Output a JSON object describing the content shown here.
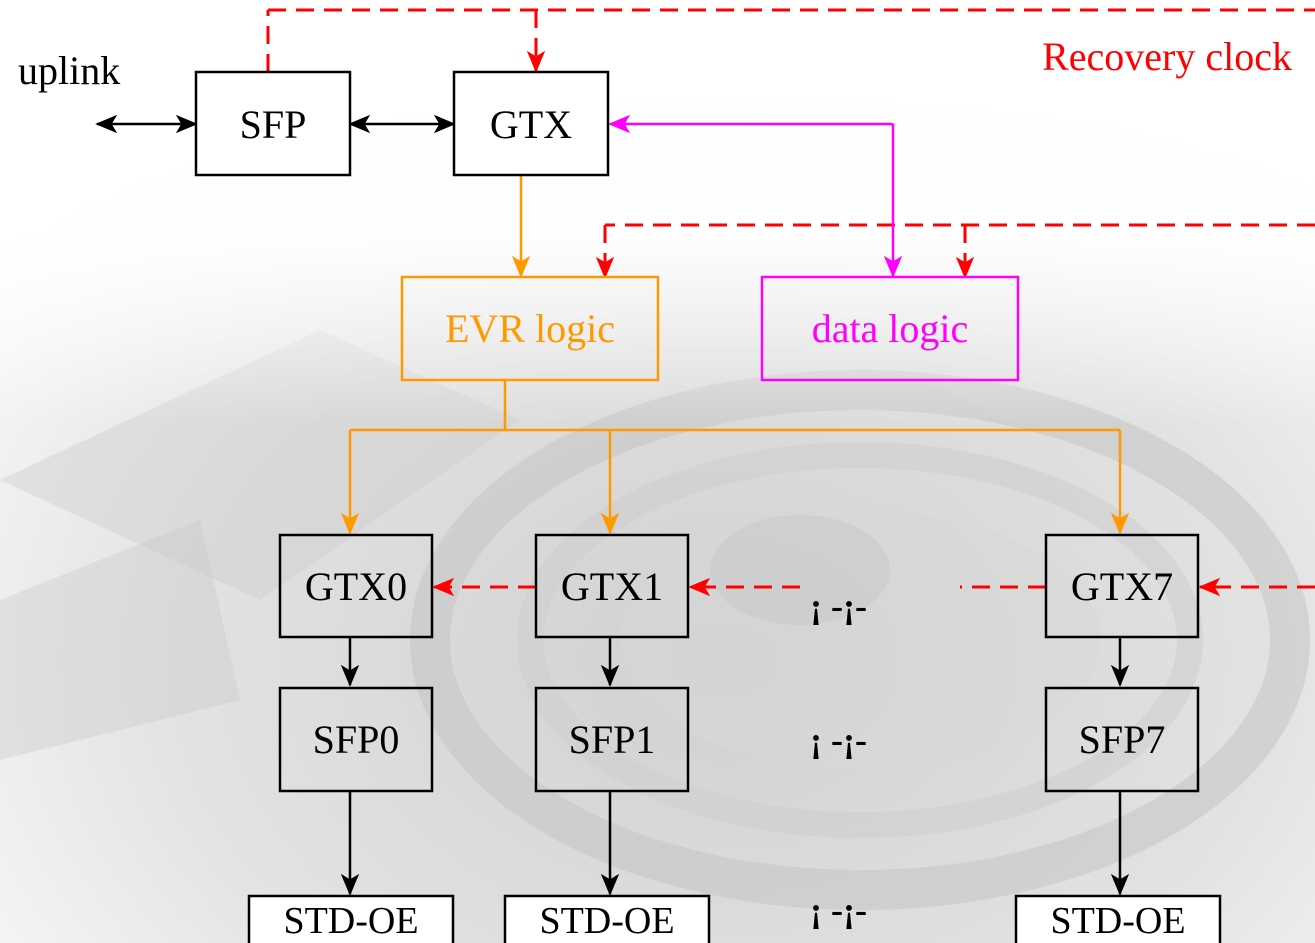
{
  "labels": {
    "uplink": "uplink",
    "sfp": "SFP",
    "gtx": "GTX",
    "recovery_clock": "Recovery clock",
    "evr_logic": "EVR logic",
    "data_logic": "data logic",
    "gtx0": "GTX0",
    "gtx1": "GTX1",
    "gtx7": "GTX7",
    "sfp0": "SFP0",
    "sfp1": "SFP1",
    "sfp7": "SFP7",
    "std_oe_0": "STD-OE",
    "std_oe_1": "STD-OE",
    "std_oe_7": "STD-OE",
    "ellipsis_gtx": "¡ -¡-",
    "ellipsis_sfp": "¡ -¡-",
    "ellipsis_oe": "¡ -¡-"
  },
  "colors": {
    "black": "#000000",
    "recovery_clock": "#ff0000",
    "evr": "#ff9900",
    "data": "#ff00ff",
    "background": "#e9e9e9"
  }
}
